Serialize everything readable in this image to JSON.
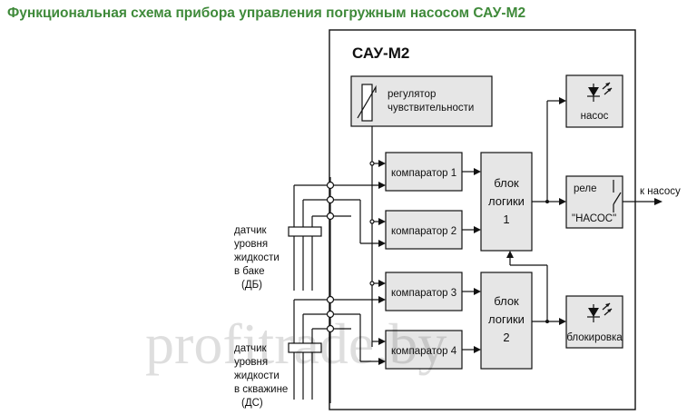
{
  "title": "Функциональная схема прибора управления погружным насосом САУ-М2",
  "device_label": "САУ-М2",
  "regulator": [
    "регулятор",
    "чувствительности"
  ],
  "comparators": [
    "компаратор 1",
    "компаратор 2",
    "компаратор 3",
    "компаратор 4"
  ],
  "logic_blocks": [
    [
      "блок",
      "логики",
      "1"
    ],
    [
      "блок",
      "логики",
      "2"
    ]
  ],
  "indicators": {
    "pump": "насос",
    "block": "блокировка"
  },
  "relay": {
    "line1": "реле",
    "line2": "\"НАСОС\""
  },
  "output_label": "к насосу",
  "sensor_db": [
    "датчик",
    "уровня",
    "жидкости",
    "в баке",
    "(ДБ)"
  ],
  "sensor_ds": [
    "датчик",
    "уровня",
    "жидкости",
    "в скважине",
    "(ДС)"
  ],
  "watermark": "profitrade.by"
}
